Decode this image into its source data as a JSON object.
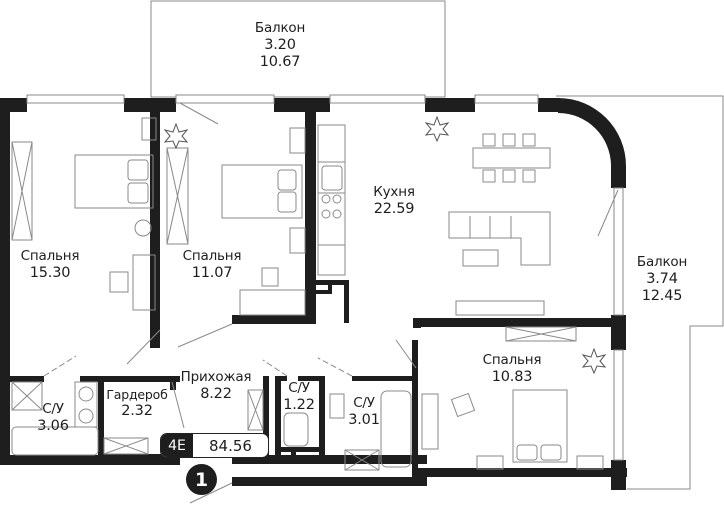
{
  "apartment": {
    "type_code": "4Е",
    "total_area": "84.56",
    "entrance_number": "1"
  },
  "rooms": [
    {
      "id": "balcony_top",
      "name": "Балкон",
      "area": "3.20",
      "area_full": "10.67"
    },
    {
      "id": "bedroom_1",
      "name": "Спальня",
      "area": "15.30"
    },
    {
      "id": "bedroom_2",
      "name": "Спальня",
      "area": "11.07"
    },
    {
      "id": "kitchen",
      "name": "Кухня",
      "area": "22.59"
    },
    {
      "id": "balcony_right",
      "name": "Балкон",
      "area": "3.74",
      "area_full": "12.45"
    },
    {
      "id": "bedroom_3",
      "name": "Спальня",
      "area": "10.83"
    },
    {
      "id": "hallway",
      "name": "Прихожая",
      "area": "8.22"
    },
    {
      "id": "wardrobe",
      "name": "Гардероб",
      "area": "2.32"
    },
    {
      "id": "bathroom_1",
      "name": "С/У",
      "area": "3.06"
    },
    {
      "id": "bathroom_2",
      "name": "С/У",
      "area": "1.22"
    },
    {
      "id": "bathroom_3",
      "name": "С/У",
      "area": "3.01"
    }
  ],
  "icons": {
    "light": "ceiling-light-icon",
    "wardrobe": "wardrobe-icon",
    "bed": "bed-icon",
    "sink": "sink-icon",
    "stove": "stove-icon",
    "bath": "bathtub-icon",
    "toilet": "toilet-icon",
    "shower": "shower-drain-icon",
    "sofa": "sofa-icon",
    "table": "dining-table-icon"
  },
  "colors": {
    "wall": "#1e1e1e",
    "line": "#8a8a8a",
    "text": "#1e1e1e",
    "background": "#ffffff"
  }
}
